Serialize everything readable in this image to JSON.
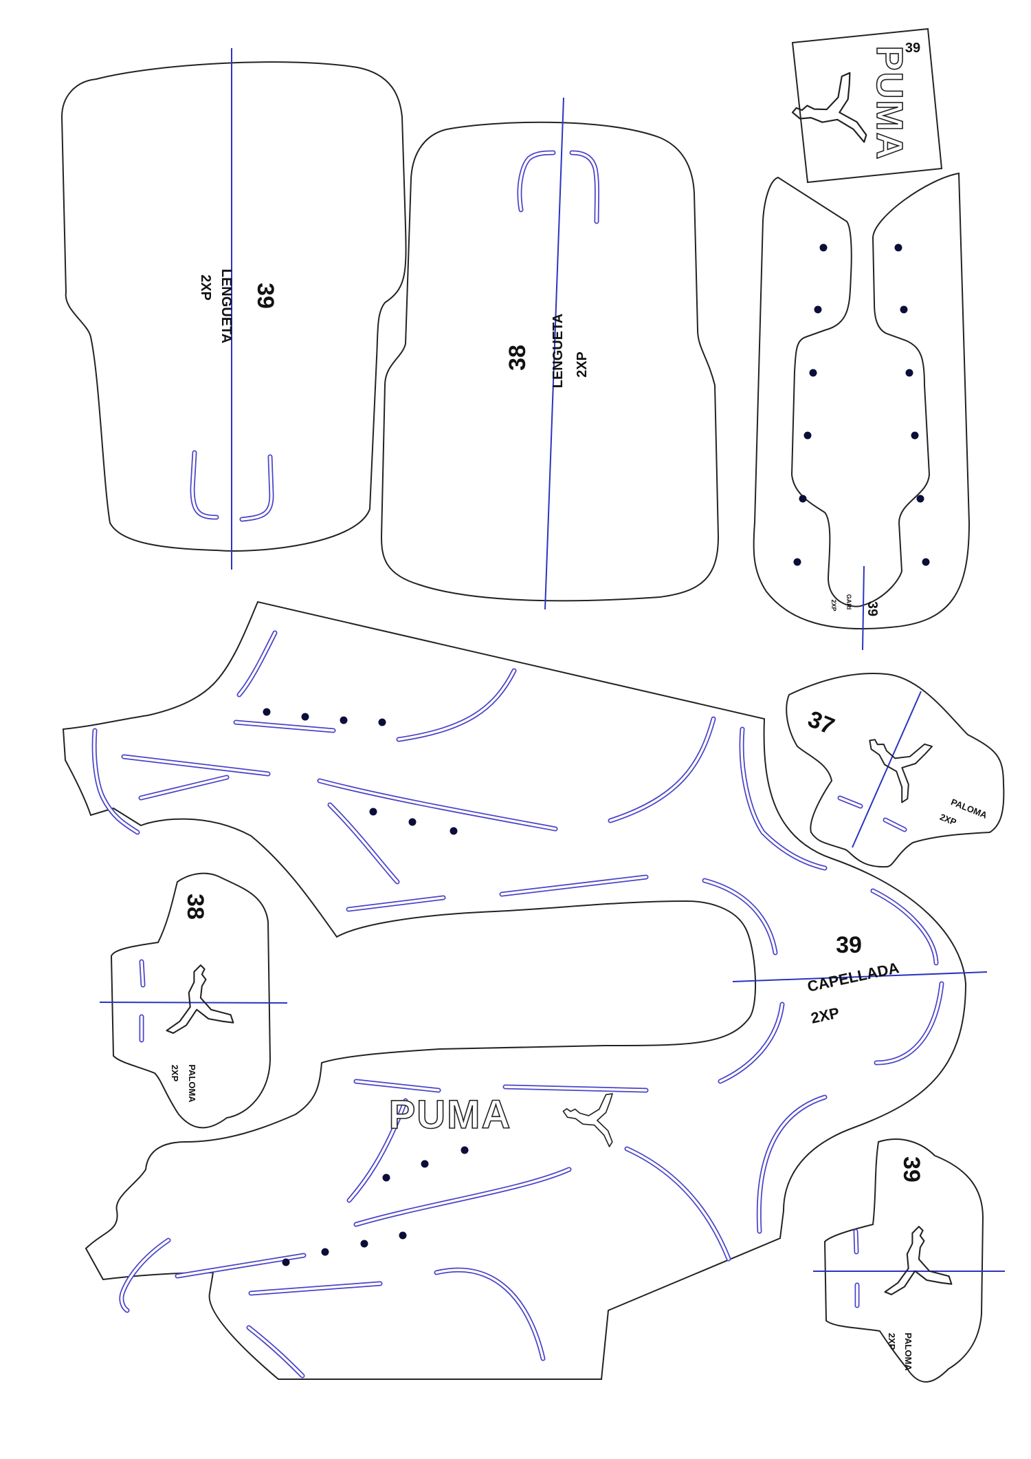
{
  "brand": "PUMA",
  "colors": {
    "outline": "#222222",
    "slot": "#4a44c8",
    "center_line": "#2a33c0",
    "hole": "#0d0d3a"
  },
  "icons": {
    "brand_mark": "cat-leap-icon"
  },
  "pieces": {
    "tongue_39": {
      "size": "39",
      "name": "LENGUETA",
      "qty": "2XP"
    },
    "tongue_38": {
      "size": "38",
      "name": "LENGUETA",
      "qty": "2XP"
    },
    "label_39": {
      "size": "39"
    },
    "quarter_39": {
      "size": "39",
      "name": "GARI",
      "qty": "2XP"
    },
    "vamp_39": {
      "size": "39",
      "name": "CAPELLADA",
      "qty": "2XP"
    },
    "paloma_37": {
      "size": "37",
      "name": "PALOMA",
      "qty": "2XP"
    },
    "paloma_38": {
      "size": "38",
      "name": "PALOMA",
      "qty": "2XP"
    },
    "paloma_39": {
      "size": "39",
      "name": "PALOMA",
      "qty": "2XP"
    }
  }
}
